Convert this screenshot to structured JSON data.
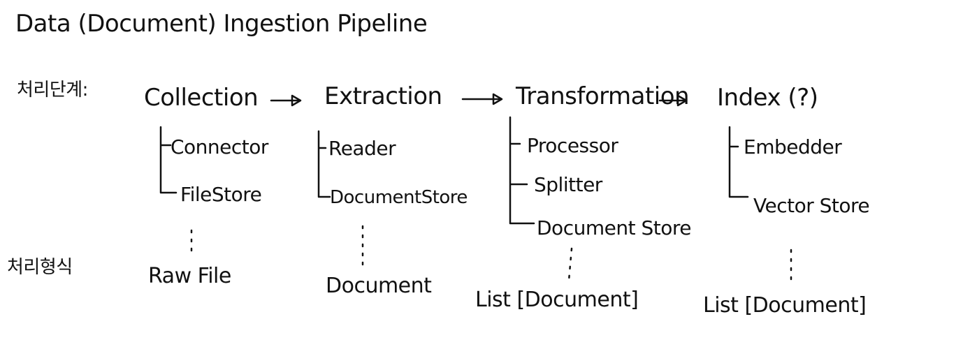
{
  "title": "Data (Document) Ingestion Pipeline",
  "row_labels": {
    "stages": "처리단계:",
    "formats": "처리형식"
  },
  "stages": [
    {
      "name": "Collection",
      "components": [
        "Connector",
        "FileStore"
      ],
      "format": "Raw File"
    },
    {
      "name": "Extraction",
      "components": [
        "Reader",
        "DocumentStore"
      ],
      "format": "Document"
    },
    {
      "name": "Transformation",
      "components": [
        "Processor",
        "Splitter",
        "Document Store"
      ],
      "format": "List [Document]"
    },
    {
      "name": "Index (?)",
      "components": [
        "Embedder",
        "Vector Store"
      ],
      "format": "List [Document]"
    }
  ]
}
